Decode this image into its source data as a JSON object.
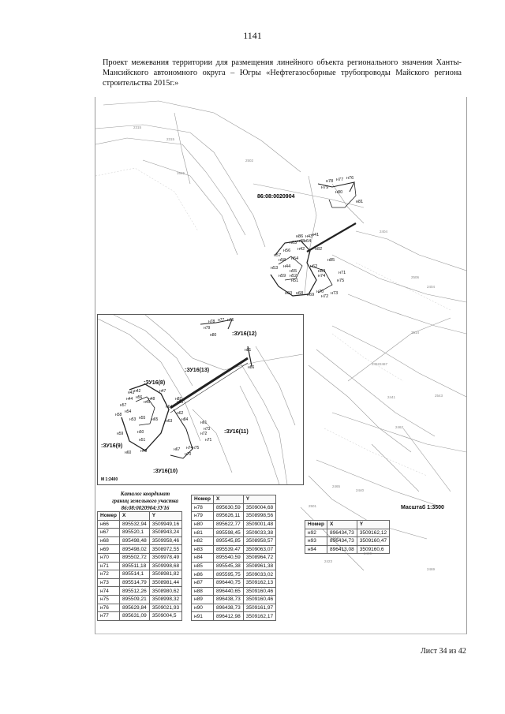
{
  "page_number": "1141",
  "title": "Проект межевания территории для размещения линейного объекта регионального значения Ханты-Мансийского автономного округа – Югры «Нефтегазосборные трубопроводы Майского регионa строительства 2015г.»",
  "map": {
    "cadastral_block": "86:08:0020904",
    "main_scale": "Масштаб 1:3500",
    "inset_scale": "М 1:2400",
    "main_labels": [
      "н78",
      "н77",
      "н76",
      "н79",
      "н80",
      "н81",
      "н86",
      "н43",
      "н41",
      "н63",
      "н48",
      "н64",
      "н56",
      "н42",
      "н82",
      "н57",
      "н58",
      "н54",
      "н85",
      "н53",
      "н44",
      "н55",
      "н62",
      "н59",
      "н52",
      "н51",
      "н83",
      "н74",
      "н71",
      "н75",
      "н60",
      "н68",
      "н69",
      "н70",
      "н72",
      "н73"
    ],
    "inset_labels": [
      "н78",
      "н77",
      "н76",
      "н79",
      "н80",
      "н81",
      "н86",
      "н43",
      "н42",
      "н47",
      "н44",
      "н56",
      "н48",
      "н82",
      "н57",
      "н45",
      "н64",
      "н85",
      "н58",
      "н54",
      "н62",
      "н53",
      "н55",
      "н65",
      "н63",
      "н84",
      "н61",
      "н73",
      "н59",
      "н50",
      "н72",
      "н51",
      "н71",
      "н74",
      "н75",
      "н60",
      "н49",
      "н67",
      "н70"
    ],
    "zones": [
      ":ЗУ16(12)",
      ":ЗУ16(13)",
      ":ЗУ16(8)",
      ":ЗУ16(11)",
      ":ЗУ16(9)",
      ":ЗУ16(10)"
    ],
    "small_numbers": [
      "2315",
      "2315",
      "1645",
      "2502",
      "2404",
      "2506",
      "2404",
      "2514",
      "2467",
      "2441",
      "2543",
      "2462",
      "2452",
      "2465",
      "2440",
      "2501",
      "2403",
      "2431",
      "2440",
      "2423",
      "2469"
    ]
  },
  "catalog": {
    "title_line1": "Каталог координат",
    "title_line2": "границ земельного участка",
    "title_line3": "86:08:0020904:ЗУ16"
  },
  "tables": {
    "headers": [
      "Номер",
      "X",
      "Y"
    ],
    "t1_rows": [
      [
        "н66",
        "895532,94",
        "3509949,16"
      ],
      [
        "н67",
        "895520,1",
        "3508943,24"
      ],
      [
        "н68",
        "895498,48",
        "3509958,46"
      ],
      [
        "н69",
        "895498,02",
        "3508972,55"
      ],
      [
        "н70",
        "895502,72",
        "3509978,49"
      ],
      [
        "н71",
        "895511,18",
        "3509998,68"
      ],
      [
        "н72",
        "895514,1",
        "3508981,82"
      ],
      [
        "н73",
        "895514,79",
        "3508981,44"
      ],
      [
        "н74",
        "895512,26",
        "3508980,62"
      ],
      [
        "н75",
        "895509,21",
        "3508998,32"
      ],
      [
        "н76",
        "895629,84",
        "3509021,93"
      ],
      [
        "н77",
        "895631,09",
        "3509004,5"
      ]
    ],
    "t2_rows": [
      [
        "н78",
        "895630,59",
        "3509004,68"
      ],
      [
        "н79",
        "895626,11",
        "3508998,56"
      ],
      [
        "н80",
        "895622,77",
        "3509001,48"
      ],
      [
        "н81",
        "895598,45",
        "3509033,38"
      ],
      [
        "н82",
        "895545,85",
        "3508958,57"
      ],
      [
        "н83",
        "895539,47",
        "3509063,07"
      ],
      [
        "н84",
        "895540,59",
        "3508964,72"
      ],
      [
        "н85",
        "895545,38",
        "3508961,38"
      ],
      [
        "н86",
        "895595,75",
        "3509033,02"
      ],
      [
        "н87",
        "896440,75",
        "3509162,13"
      ],
      [
        "н88",
        "896440,65",
        "3509160,46"
      ],
      [
        "н89",
        "896438,73",
        "3509160,46"
      ],
      [
        "н90",
        "896438,73",
        "3509161,97"
      ],
      [
        "н91",
        "896412,98",
        "3509162,17"
      ]
    ],
    "t3_rows": [
      [
        "н92",
        "896434,73",
        "3509162,12"
      ],
      [
        "н93",
        "896434,73",
        "3509160,47"
      ],
      [
        "н94",
        "896413,08",
        "3509160,6"
      ]
    ]
  },
  "footer": "Лист 34  из 42"
}
